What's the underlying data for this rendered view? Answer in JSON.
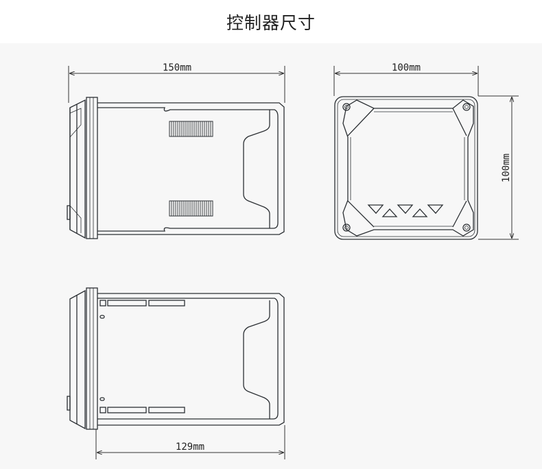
{
  "title": "控制器尺寸",
  "views": {
    "side": {
      "width_label": "150mm"
    },
    "front": {
      "width_label": "100mm",
      "height_label": "100mm"
    },
    "bottom": {
      "depth_label": "129mm"
    }
  },
  "colors": {
    "line": "#2b2f33",
    "background": "#f7f7f7",
    "header": "#ffffff"
  }
}
